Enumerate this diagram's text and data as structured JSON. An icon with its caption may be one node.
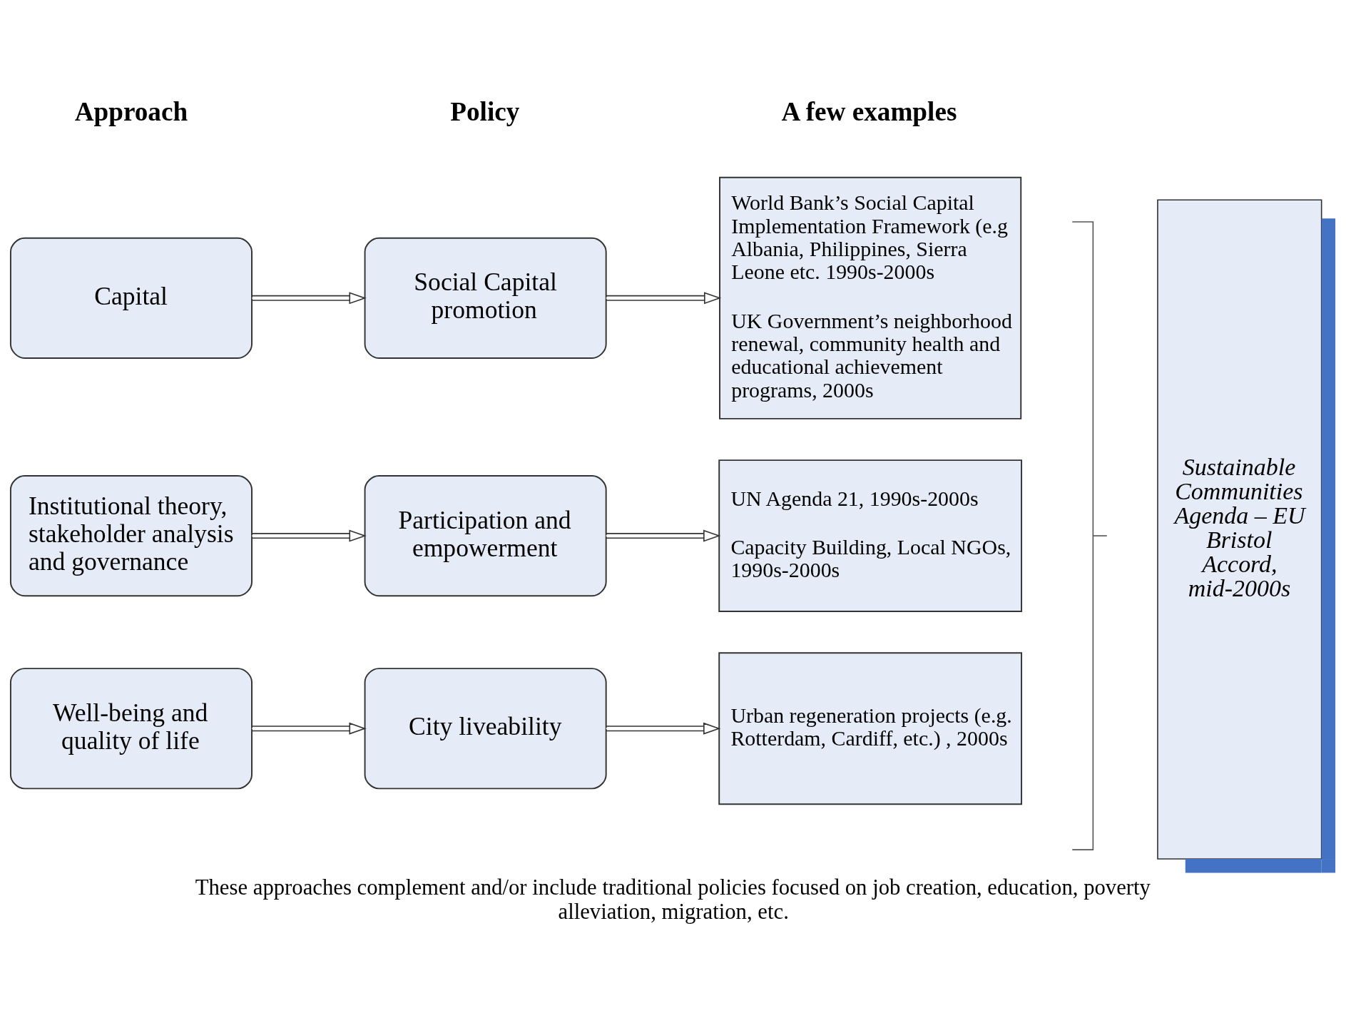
{
  "diagram": {
    "caption": "These approaches complement and/or include traditional policies focused on job creation, education, poverty alleviation, migration, etc.",
    "nodes": [
      {
        "text": [
          "Capital"
        ]
      },
      {
        "text": [
          "Social Capital promotion"
        ]
      },
      {
        "text": [
          "World Bank’s Social Capital Implementation Framework (e.g Albania, Philippines, Sierra Leone etc. 1990s-2000s",
          "UK Government’s neighborhood renewal, community health and educational achievement programs, 2000s"
        ]
      },
      {
        "text": [
          "Institutional theory, stakeholder analysis and governance"
        ]
      },
      {
        "text": [
          "Participation and empowerment"
        ]
      },
      {
        "text": [
          "UN Agenda 21, 1990s-2000s",
          "Capacity Building, Local NGOs, 1990s-2000s"
        ]
      },
      {
        "text": [
          "Well-being and quality of life"
        ]
      },
      {
        "text": [
          "City liveability"
        ]
      },
      {
        "text": [
          "Urban regeneration projects (e.g. Rotterdam, Cardiff, etc.) , 2000s"
        ]
      },
      {
        "text": [
          "Sustainable Communities Agenda – EU Bristol Accord, mid-2000s"
        ]
      }
    ],
    "edges": [
      {
        "from": 0,
        "to": 1,
        "arrow": "to"
      },
      {
        "from": 1,
        "to": 2,
        "arrow": "to"
      },
      {
        "from": 3,
        "to": 4,
        "arrow": "to"
      },
      {
        "from": 4,
        "to": 5,
        "arrow": "to"
      },
      {
        "from": 6,
        "to": 7,
        "arrow": "to"
      },
      {
        "from": 7,
        "to": 8,
        "arrow": "to"
      }
    ],
    "labels": [
      "Approach",
      "Policy",
      "A few examples"
    ]
  }
}
